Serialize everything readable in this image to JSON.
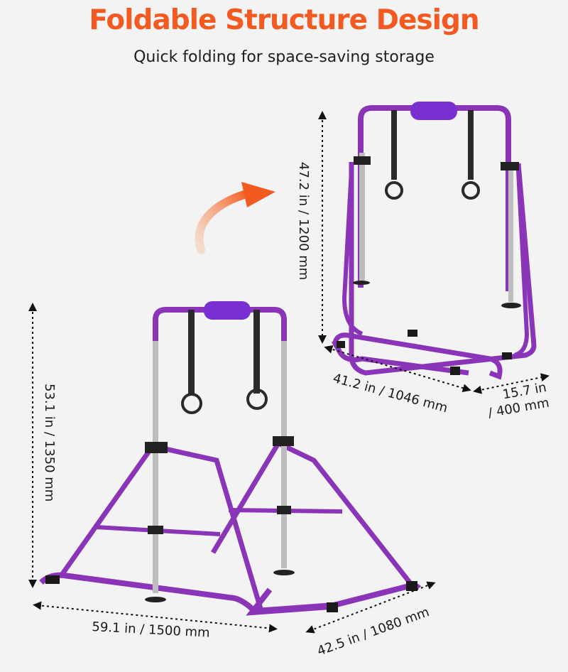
{
  "header": {
    "title": "Foldable Structure Design",
    "subtitle": "Quick folding for space-saving storage"
  },
  "colors": {
    "accent": "#f35a22",
    "frame": "#8a35b7",
    "frame_dark": "#6d2596",
    "pad": "#7a2fd0",
    "steel": "#bdbdbd",
    "strap": "#2a2a2a"
  },
  "folded": {
    "height_label": "47.2 in / 1200 mm",
    "width_label": "41.2 in / 1046 mm",
    "depth_label_line1": "15.7 in",
    "depth_label_line2": "/ 400 mm"
  },
  "unfolded": {
    "height_label": "53.1 in / 1350 mm",
    "width_label": "59.1 in / 1500 mm",
    "depth_label": "42.5 in / 1080 mm"
  },
  "icons": {
    "arrow": "curved-arrow-icon"
  }
}
